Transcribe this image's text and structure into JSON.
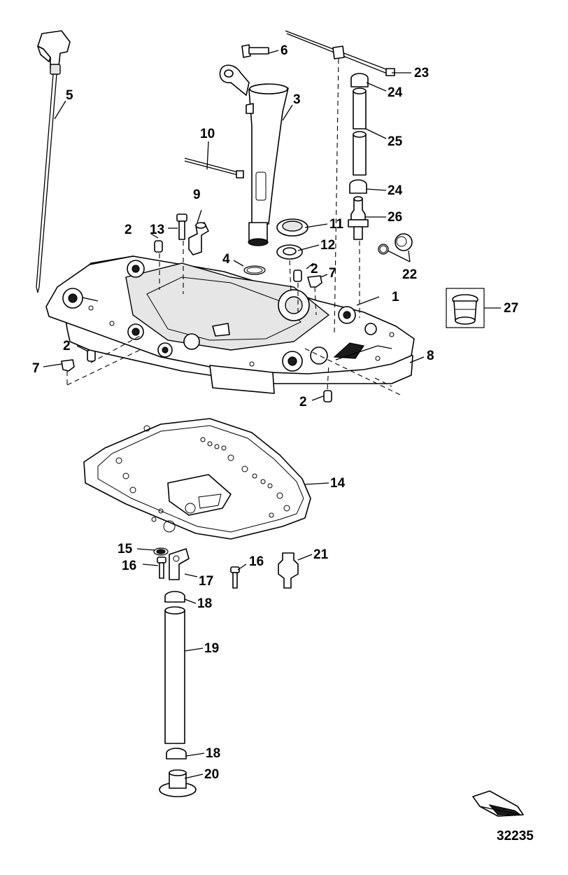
{
  "figure_number": "32235",
  "callouts": [
    "1",
    "2",
    "3",
    "4",
    "5",
    "6",
    "7",
    "8",
    "9",
    "10",
    "11",
    "12",
    "13",
    "14",
    "15",
    "16",
    "17",
    "18",
    "19",
    "20",
    "21",
    "22",
    "23",
    "24",
    "25",
    "26",
    "27"
  ]
}
